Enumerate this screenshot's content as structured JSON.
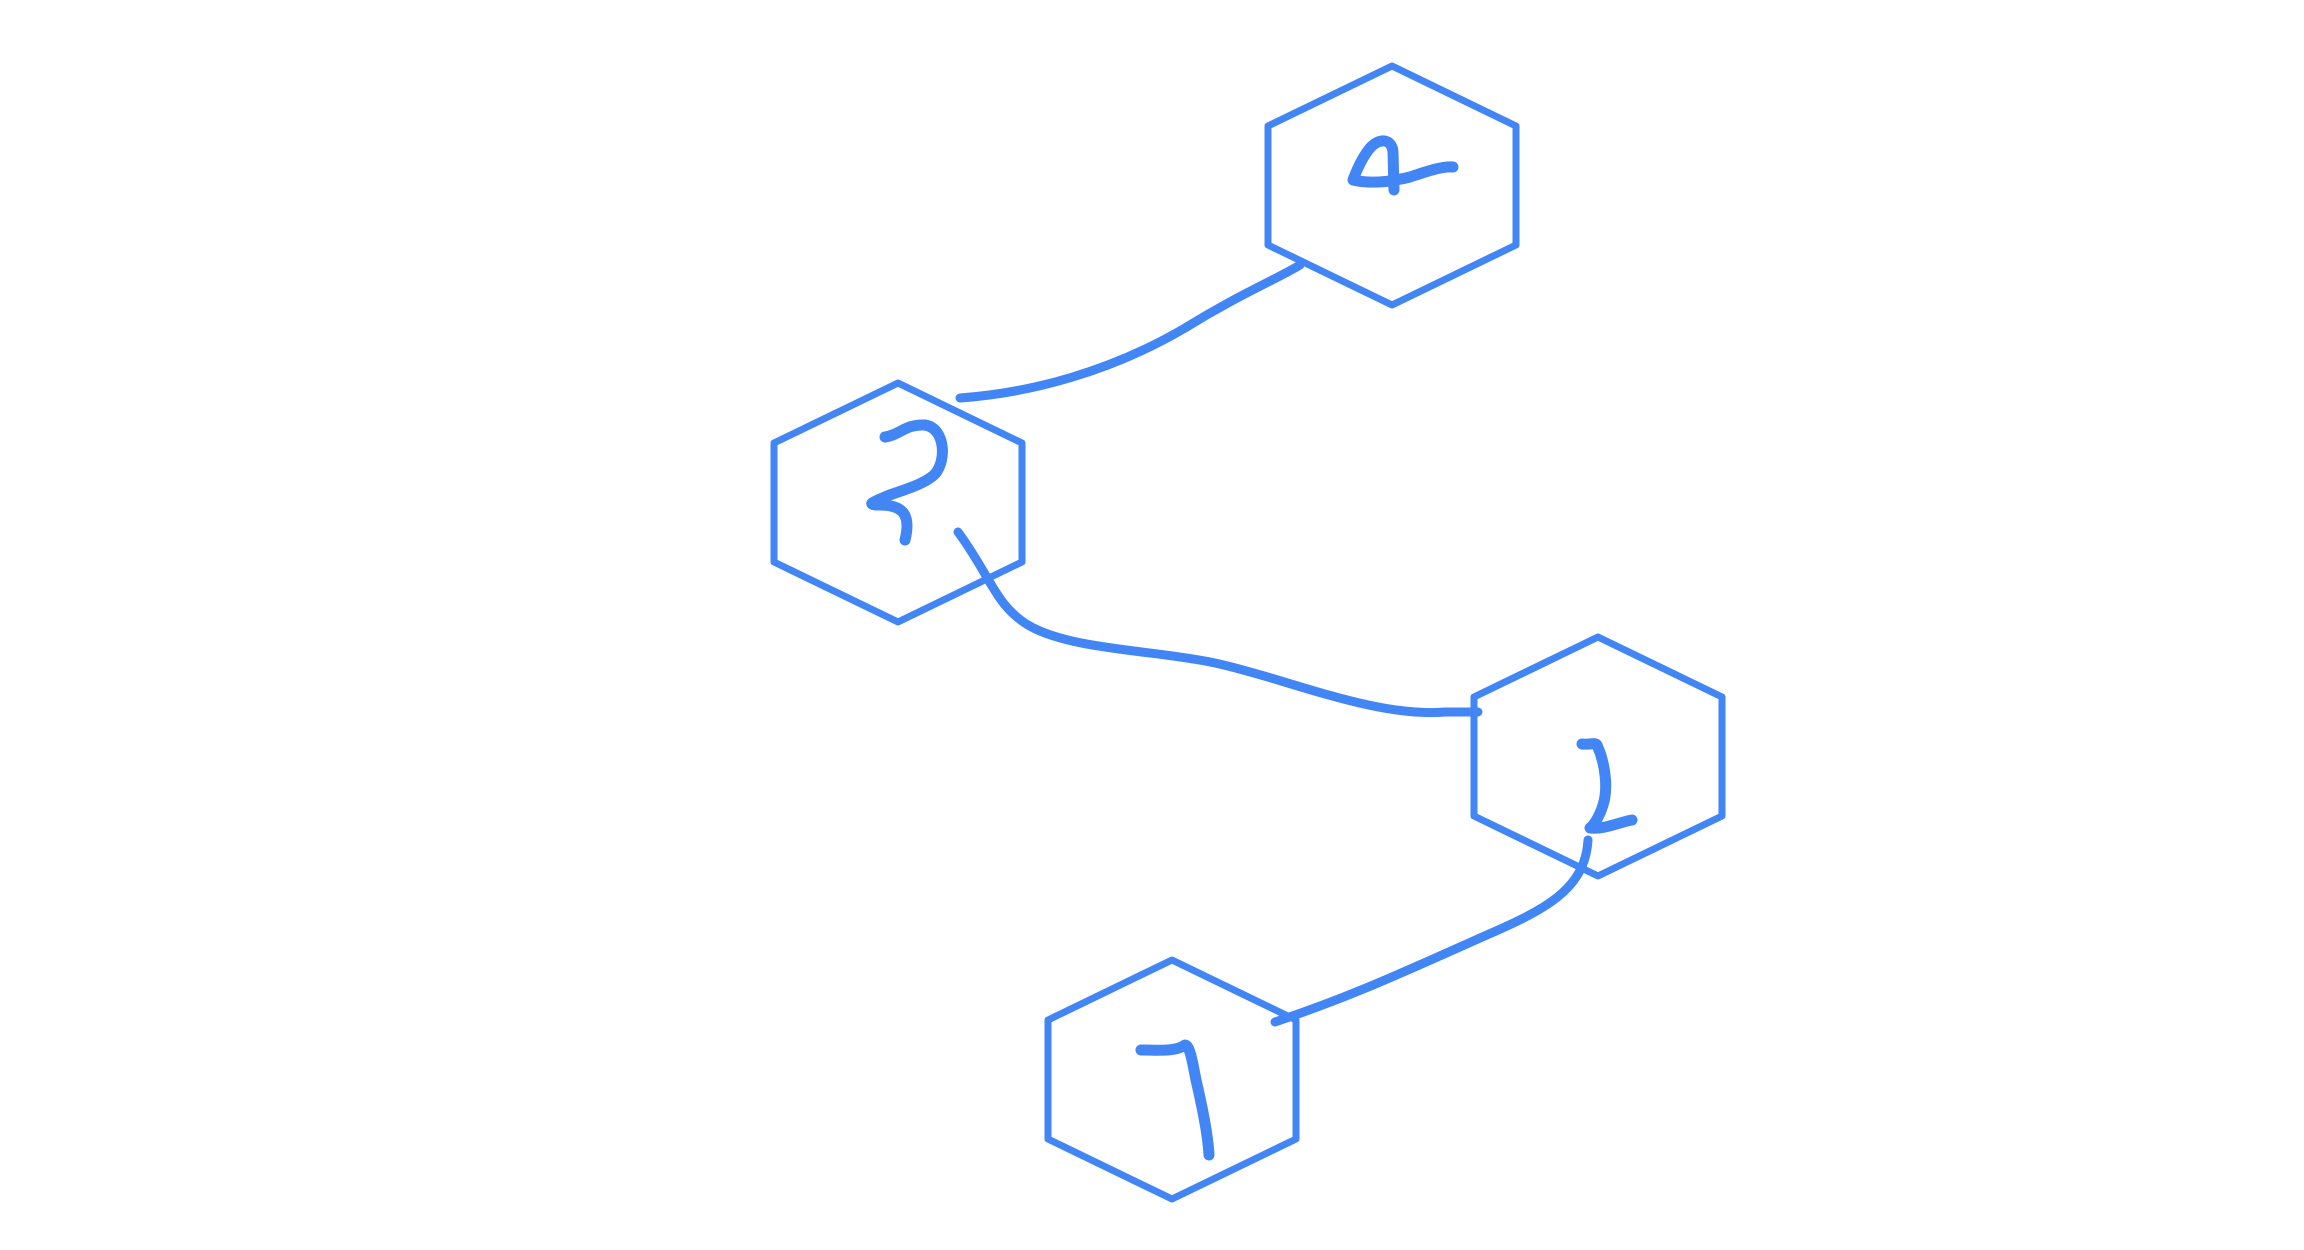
{
  "diagram": {
    "ink_color": "#4285f4",
    "background": "#ffffff",
    "nodes": [
      {
        "id": "node-a",
        "shape": "hexagon",
        "label_style": "handwritten",
        "label_glyph": "4"
      },
      {
        "id": "node-b",
        "shape": "hexagon",
        "label_style": "handwritten",
        "label_glyph": "3"
      },
      {
        "id": "node-c",
        "shape": "hexagon",
        "label_style": "handwritten",
        "label_glyph": "2"
      },
      {
        "id": "node-d",
        "shape": "hexagon",
        "label_style": "handwritten",
        "label_glyph": "7"
      }
    ],
    "edges": [
      {
        "from": "node-b",
        "to": "node-a",
        "style": "hand-drawn curve"
      },
      {
        "from": "node-b",
        "to": "node-c",
        "style": "hand-drawn curve"
      },
      {
        "from": "node-c",
        "to": "node-d",
        "style": "hand-drawn curve"
      }
    ]
  }
}
